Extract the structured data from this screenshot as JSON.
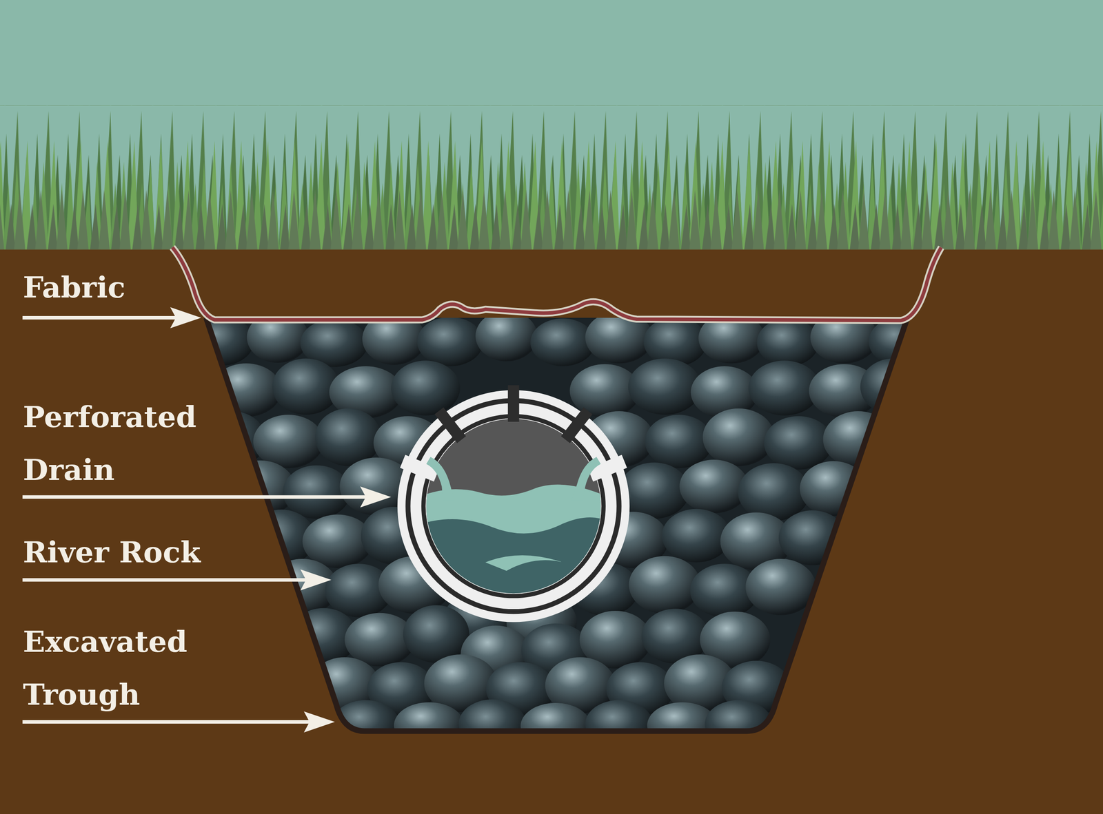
{
  "diagram": {
    "labels": [
      "Fabric",
      "Perforated Drain",
      "River Rock",
      "Excavated Trough"
    ]
  }
}
